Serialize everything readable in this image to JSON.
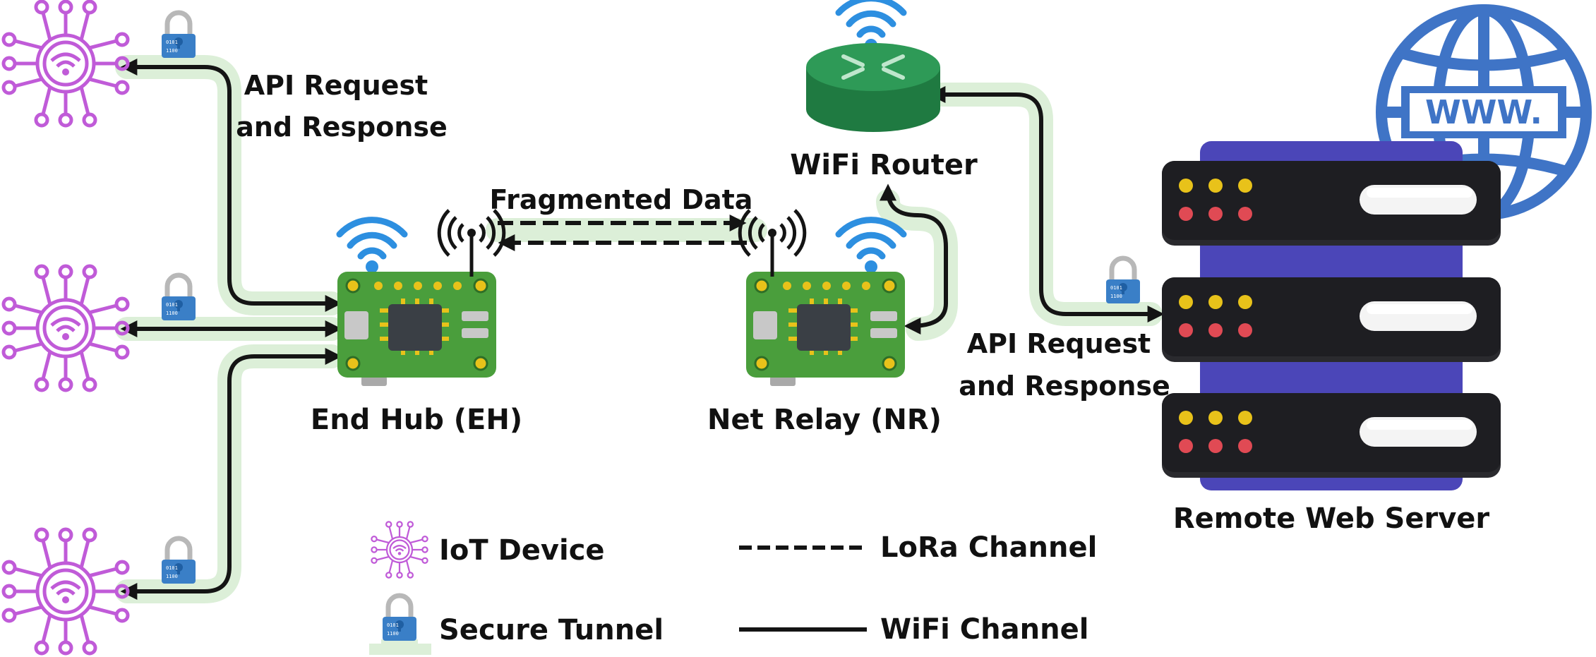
{
  "nodes": {
    "end_hub": "End Hub (EH)",
    "net_relay": "Net Relay (NR)",
    "wifi_router": "WiFi Router",
    "remote_server": "Remote Web Server"
  },
  "edges": {
    "api_left_line1": "API Request",
    "api_left_line2": "and Response",
    "fragmented": "Fragmented Data",
    "api_right_line1": "API Request",
    "api_right_line2": "and Response"
  },
  "legend": {
    "iot": "IoT Device",
    "tunnel": "Secure Tunnel",
    "lora": "LoRa Channel",
    "wifi": "WiFi Channel"
  },
  "lock_code": "0101",
  "lock_code2": "1100",
  "web_badge": "WWW.",
  "colors": {
    "iot": "#c05bd8",
    "pcb": "#4a9e3c",
    "router": "#2e9a57",
    "server": "#1e1e22",
    "server_back": "#4b46b8",
    "globe": "#3f74c6",
    "wifi": "#2d8fe0",
    "halo": "#dcefd8",
    "lock": "#3a7fc7"
  }
}
